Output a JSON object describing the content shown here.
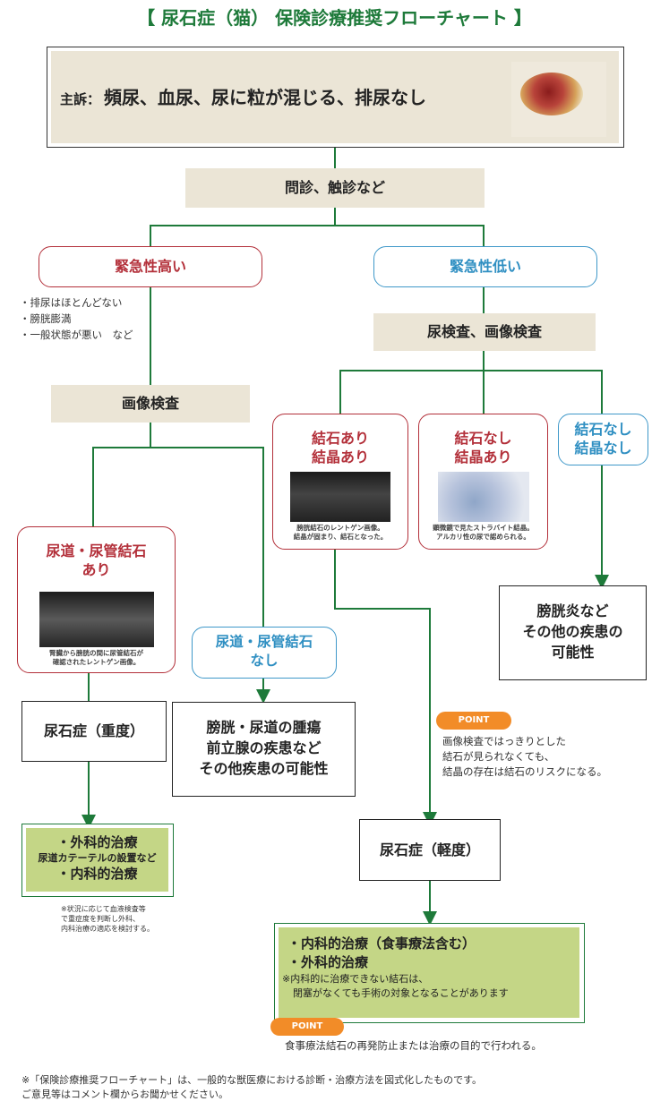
{
  "title": "【 尿石症（猫） 保険診療推奨フローチャート 】",
  "complaint": {
    "label": "主訴：",
    "text": "頻尿、血尿、尿に粒が混じる、排尿なし"
  },
  "interview": "問診、触診など",
  "urgent_high": "緊急性高い",
  "urgent_low": "緊急性低い",
  "urgent_high_notes": [
    "・排尿はほとんどない",
    "・膀胱膨満",
    "・一般状態が悪い　など"
  ],
  "imaging": "画像検査",
  "urine_imaging": "尿検査、画像検査",
  "stone_crystal": {
    "line1": "結石あり",
    "line2": "結晶あり",
    "caption1": "膀胱結石のレントゲン画像。",
    "caption2": "結晶が固まり、結石となった。"
  },
  "nostone_crystal": {
    "line1": "結石なし",
    "line2": "結晶あり",
    "caption1": "顕微鏡で見たストラバイト結晶。",
    "caption2": "アルカリ性の尿で認められる。"
  },
  "nostone_nocrystal": {
    "line1": "結石なし",
    "line2": "結晶なし"
  },
  "urethral_stone": {
    "line1": "尿道・尿管結石",
    "line2": "あり",
    "caption1": "腎臓から膀胱の間に尿管結石が",
    "caption2": "確認されたレントゲン画像。"
  },
  "urethral_nostone": {
    "line1": "尿道・尿管結石",
    "line2": "なし"
  },
  "cystitis": [
    "膀胱炎など",
    "その他の疾患の",
    "可能性"
  ],
  "severe": "尿石症（重度）",
  "tumor": [
    "膀胱・尿道の腫瘍",
    "前立腺の疾患など",
    "その他疾患の可能性"
  ],
  "severe_treatment": {
    "line1": "・外科的治療",
    "line2": "尿道カテーテルの設置など",
    "line3": "・内科的治療"
  },
  "severe_note": [
    "※状況に応じて血液検査等",
    "で重症度を判断し外科、",
    "内科治療の適応を検討する。"
  ],
  "point_label": "POINT",
  "point1": [
    "画像検査ではっきりとした",
    "結石が見られなくても、",
    "結晶の存在は結石のリスクになる。"
  ],
  "mild": "尿石症（軽度）",
  "mild_treatment": {
    "line1": "・内科的治療（食事療法含む）",
    "line2": "・外科的治療",
    "note1": "※内科的に治療できない結石は、",
    "note2": "閉塞がなくても手術の対象となることがあります"
  },
  "point2": "食事療法結石の再発防止または治療の目的で行われる。",
  "footer": [
    "※「保険診療推奨フローチャート」は、一般的な獣医療における診断・治療方法を図式化したものです。",
    "ご意見等はコメント欄からお聞かせください。"
  ],
  "colors": {
    "green": "#1e7a3a",
    "red": "#b3303a",
    "blue": "#2f8fc2",
    "beige": "#ebe5d6",
    "lightgreen": "#c4d686",
    "orange": "#f28c28"
  }
}
